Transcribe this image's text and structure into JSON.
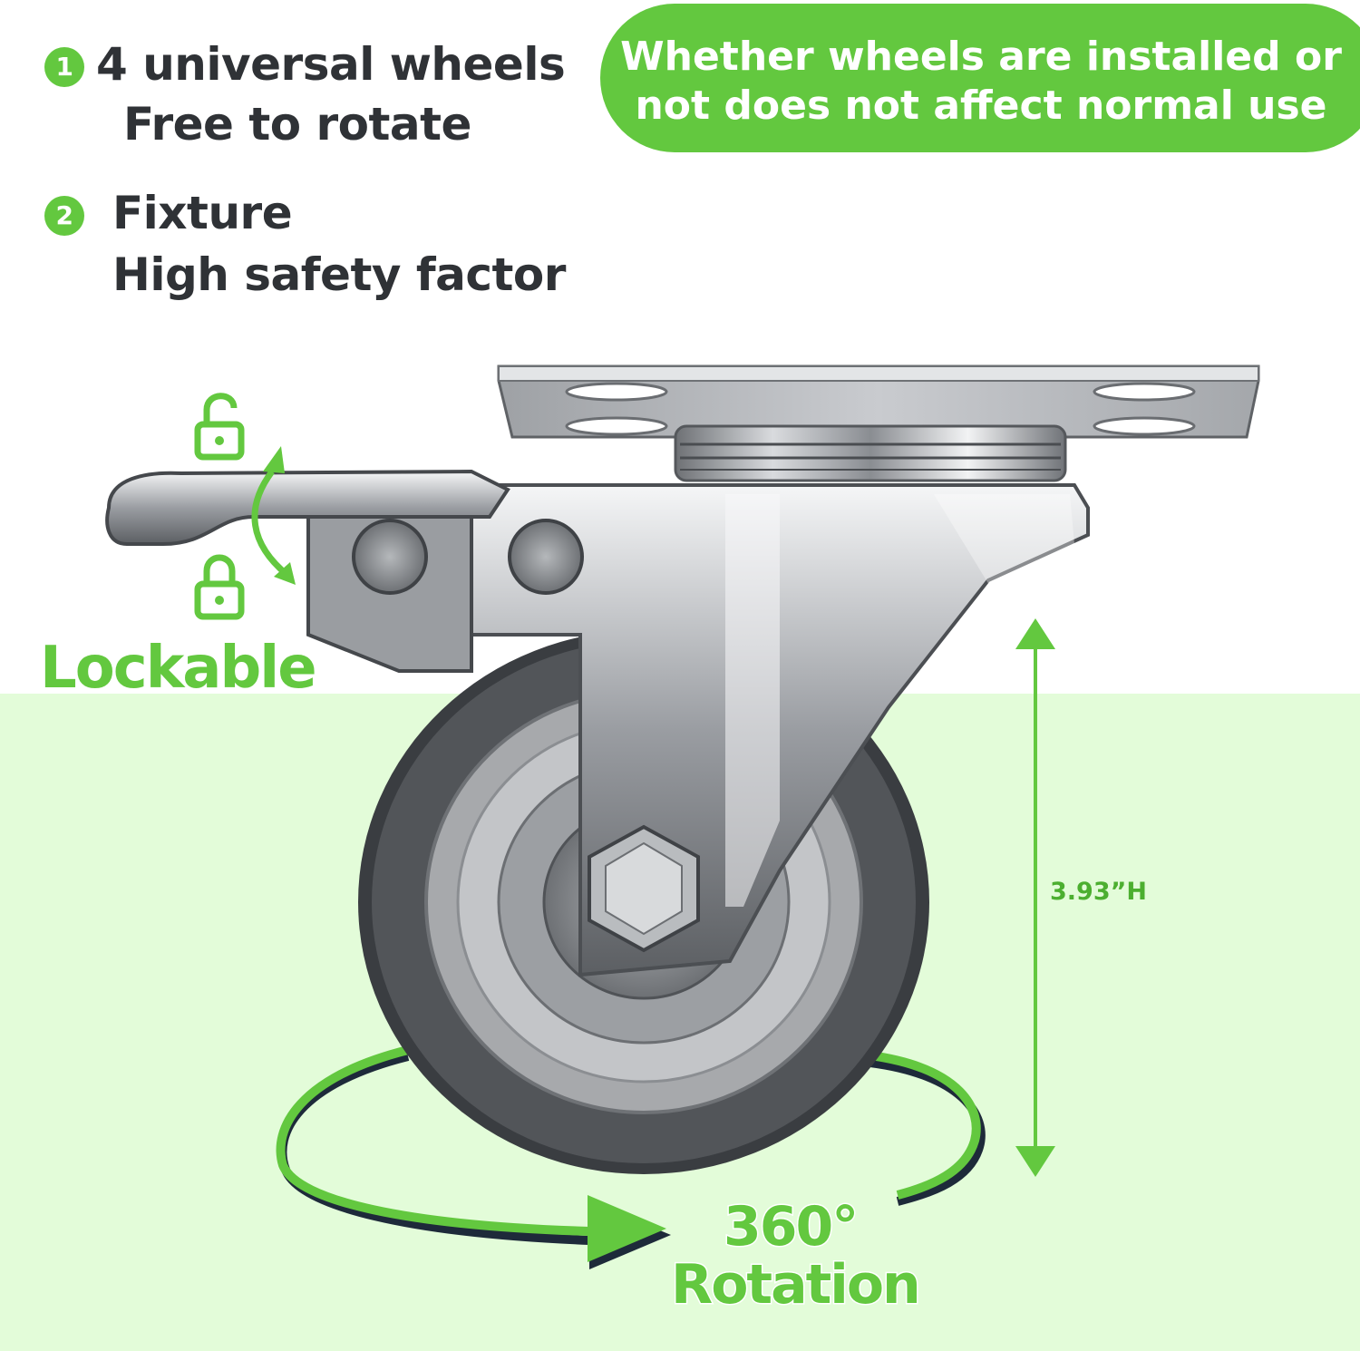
{
  "features": [
    {
      "number": "1",
      "line1": "4 universal wheels",
      "line2": "Free to rotate"
    },
    {
      "number": "2",
      "line1": "Fixture",
      "line2": "High safety factor"
    }
  ],
  "banner": {
    "line1": "Whether wheels are installed or",
    "line2": "not does not affect normal use"
  },
  "lock_label": "Lockable",
  "height_label": "3.93”H",
  "rotation": {
    "degrees": "360°",
    "label": "Rotation"
  },
  "icons": [
    "unlock-icon",
    "lock-icon",
    "double-arrow-icon",
    "height-arrow-icon",
    "rotation-arrow-icon"
  ],
  "colors": {
    "accent": "#63c83f",
    "floor": "#e3fcd9",
    "text": "#2f3236"
  }
}
